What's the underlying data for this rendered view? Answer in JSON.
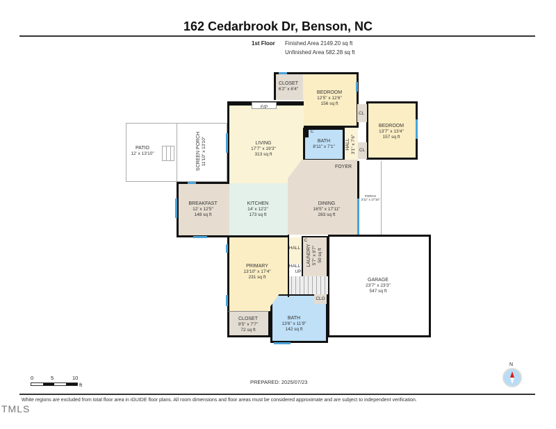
{
  "header": {
    "title": "162 Cedarbrook Dr, Benson, NC",
    "floor": "1st Floor",
    "finished_area": "Finished Area 2149.20 sq ft",
    "unfinished_area": "Unfinished Area 582.28 sq ft"
  },
  "rooms": {
    "closet_top": {
      "name": "CLOSET",
      "dims": "6'2\" x 6'4\""
    },
    "bedroom1": {
      "name": "BEDROOM",
      "dims": "12'5\" x 12'6\"",
      "area": "156 sq ft"
    },
    "bedroom2": {
      "name": "BEDROOM",
      "dims": "13'7\" x 13'4\"",
      "area": "157 sq ft"
    },
    "fp": {
      "name": "F/P"
    },
    "living": {
      "name": "LIVING",
      "dims": "17'7\" x 19'3\"",
      "area": "313 sq ft"
    },
    "bath1": {
      "name": "BATH",
      "dims": "8'11\" x 7'1\""
    },
    "c1": {
      "name": "C"
    },
    "cl1": {
      "name": "CL"
    },
    "cl2": {
      "name": "CL"
    },
    "hall_top": {
      "name": "HALL",
      "dims": "3'1\" x 7'6\""
    },
    "foyer": {
      "name": "FOYER"
    },
    "patio": {
      "name": "PATIO",
      "dims": "12' x 13'10\""
    },
    "screen_porch": {
      "name": "SCREEN PORCH",
      "dims": "11'10\" x 13'10\""
    },
    "breakfast": {
      "name": "BREAKFAST",
      "dims": "12' x 12'5\"",
      "area": "148 sq ft"
    },
    "kitchen": {
      "name": "KITCHEN",
      "dims": "14' x 12'2\"",
      "area": "173 sq ft"
    },
    "dining": {
      "name": "DINING",
      "dims": "16'5\" x 17'11\"",
      "area": "283 sq ft"
    },
    "porch": {
      "name": "PORCH",
      "dims": "3'11\" x 17'10\""
    },
    "primary": {
      "name": "PRIMARY",
      "dims": "13'10\" x 17'4\"",
      "area": "231 sq ft"
    },
    "hall_mid": {
      "name": "HALL"
    },
    "hall_low": {
      "name": "HALL"
    },
    "c2": {
      "name": "C"
    },
    "up": {
      "name": "UP"
    },
    "laundry": {
      "name": "LAUNDRY",
      "dims": "5'7\" x 9'7\"",
      "area": "50 sq ft"
    },
    "garage": {
      "name": "GARAGE",
      "dims": "23'7\" x 23'3\"",
      "area": "547 sq ft"
    },
    "closet_low": {
      "name": "CLOSET",
      "dims": "9'5\" x 7'7\"",
      "area": "72 sq ft"
    },
    "bath2": {
      "name": "BATH",
      "dims": "13'6\" x 11'9\"",
      "area": "142 sq ft"
    },
    "clo": {
      "name": "CLO"
    }
  },
  "colors": {
    "finished": "#fbf3d6",
    "bedroom": "#fbeec4",
    "bath": "#bfe0f7",
    "kitchen": "#e3f1ea",
    "dining": "#e6ddd0",
    "closet": "#e3dcd2",
    "window": "#4aa3d8",
    "wall": "#111111"
  },
  "footer": {
    "scale_ticks": [
      "0",
      "5",
      "10"
    ],
    "scale_unit": "ft",
    "prepared": "PREPARED: 2025/07/23",
    "compass": "N",
    "disclaimer": "White regions are excluded from total floor area in iGUIDE floor plans. All room dimensions and floor areas must be considered approximate and are subject to independent verification.",
    "watermark": "TMLS"
  }
}
